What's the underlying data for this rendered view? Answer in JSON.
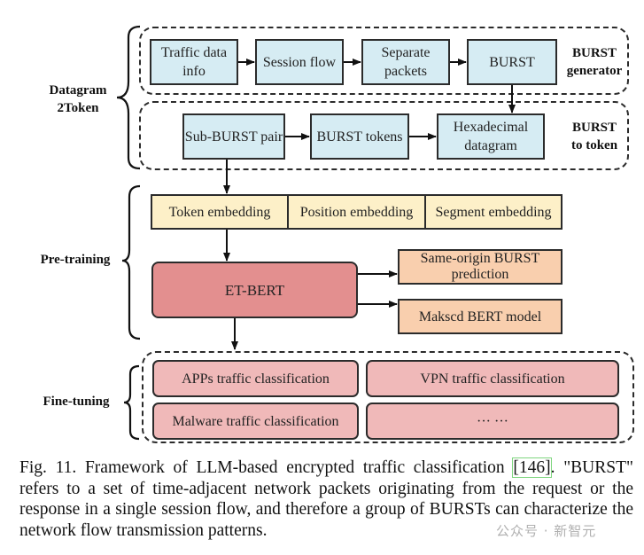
{
  "diagram": {
    "sections": {
      "datagram2token": "Datagram 2Token",
      "pretraining": "Pre-training",
      "finetuning": "Fine-tuning"
    },
    "burst_generator": {
      "label_line1": "BURST",
      "label_line2": "generator",
      "steps": [
        "Traffic data info",
        "Session flow",
        "Separate packets",
        "BURST"
      ]
    },
    "burst_to_token": {
      "label_line1": "BURST",
      "label_line2": "to token",
      "steps": [
        "Sub-BURST pair",
        "BURST tokens",
        "Hexadecimal datagram"
      ]
    },
    "embeddings": [
      "Token embedding",
      "Position embedding",
      "Segment embedding"
    ],
    "model": "ET-BERT",
    "pretraining_tasks": [
      "Same-origin BURST prediction",
      "Makscd BERT model"
    ],
    "finetuning_tasks": [
      "APPs traffic classification",
      "VPN traffic classification",
      "Malware traffic classification",
      "··· ···"
    ]
  },
  "caption": {
    "prefix": "Fig. 11.  Framework of LLM-based encrypted traffic classification ",
    "citation": "[146]",
    "body": ". \"BURST\" refers to a set of time-adjacent network packets originating from the request or the response in a single session flow, and therefore a group of BURSTs can characterize the network flow transmission patterns."
  },
  "watermark": "公众号 · 新智元",
  "colors": {
    "blue_box": "#d6ecf3",
    "embedding": "#fdf0c8",
    "task": "#f9cfae",
    "model": "#e38f8f",
    "finetune": "#f0b9b9",
    "citation_box": "#7fd67f"
  }
}
